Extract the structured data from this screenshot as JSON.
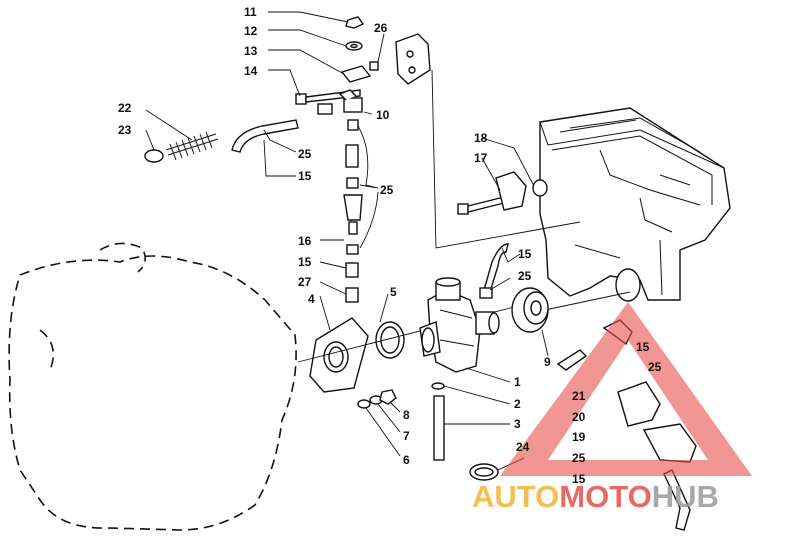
{
  "labels": [
    {
      "id": "11",
      "text": "11"
    },
    {
      "id": "12",
      "text": "12"
    },
    {
      "id": "13",
      "text": "13"
    },
    {
      "id": "14",
      "text": "14"
    },
    {
      "id": "26",
      "text": "26"
    },
    {
      "id": "10",
      "text": "10"
    },
    {
      "id": "22",
      "text": "22"
    },
    {
      "id": "23",
      "text": "23"
    },
    {
      "id": "25a",
      "text": "25"
    },
    {
      "id": "15a",
      "text": "15"
    },
    {
      "id": "25b",
      "text": "25"
    },
    {
      "id": "16",
      "text": "16"
    },
    {
      "id": "15b",
      "text": "15"
    },
    {
      "id": "27",
      "text": "27"
    },
    {
      "id": "4",
      "text": "4"
    },
    {
      "id": "5",
      "text": "5"
    },
    {
      "id": "18",
      "text": "18"
    },
    {
      "id": "17",
      "text": "17"
    },
    {
      "id": "15c",
      "text": "15"
    },
    {
      "id": "25c",
      "text": "25"
    },
    {
      "id": "9",
      "text": "9"
    },
    {
      "id": "1",
      "text": "1"
    },
    {
      "id": "2",
      "text": "2"
    },
    {
      "id": "3",
      "text": "3"
    },
    {
      "id": "8",
      "text": "8"
    },
    {
      "id": "7",
      "text": "7"
    },
    {
      "id": "6",
      "text": "6"
    },
    {
      "id": "24",
      "text": "24"
    },
    {
      "id": "15d",
      "text": "15"
    },
    {
      "id": "25d",
      "text": "25"
    },
    {
      "id": "21",
      "text": "21"
    },
    {
      "id": "20",
      "text": "20"
    },
    {
      "id": "19",
      "text": "19"
    },
    {
      "id": "25e",
      "text": "25"
    },
    {
      "id": "15e",
      "text": "15"
    }
  ],
  "watermark": {
    "part1": "AUTO",
    "part2": "MOTO",
    "part3": "HUB",
    "color_orange": "#f5b335",
    "color_red": "#e8504a",
    "color_gray": "#9a9a9a"
  }
}
